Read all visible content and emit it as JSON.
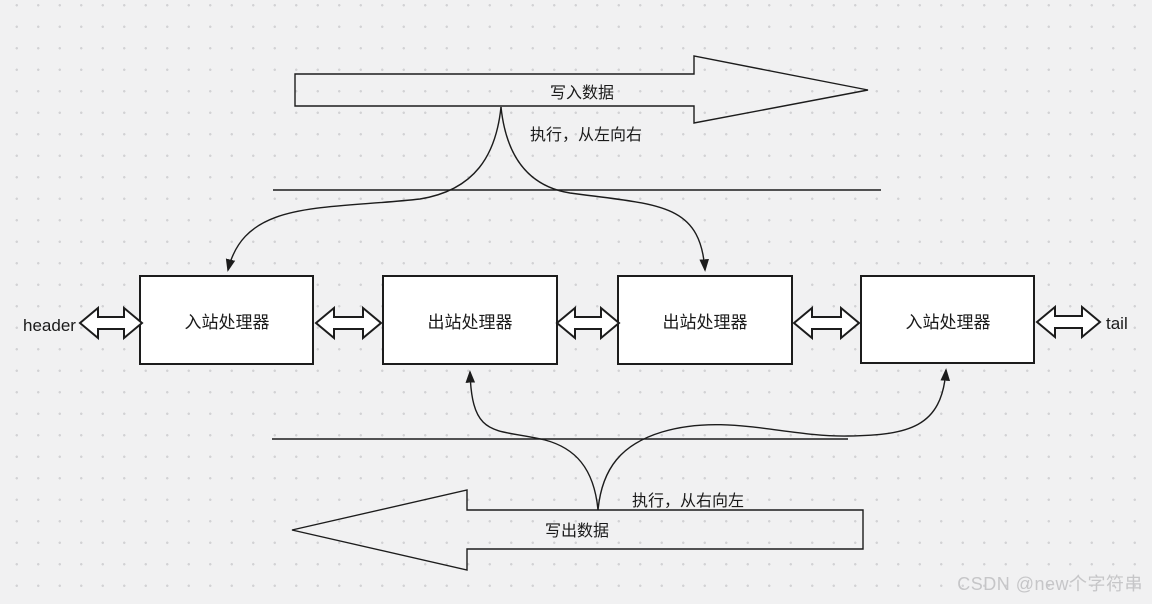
{
  "diagram": {
    "title_hint": "pipeline-handlers-flow",
    "top_flow": {
      "arrow_label": "写入数据",
      "exec_label": "执行，从左向右",
      "direction": "left-to-right"
    },
    "bottom_flow": {
      "arrow_label": "写出数据",
      "exec_label": "执行，从右向左",
      "direction": "right-to-left"
    },
    "endpoints": {
      "left": "header",
      "right": "tail"
    },
    "handlers": [
      {
        "label": "入站处理器"
      },
      {
        "label": "出站处理器"
      },
      {
        "label": "出站处理器"
      },
      {
        "label": "入站处理器"
      }
    ],
    "watermark": "CSDN @new个字符串"
  },
  "colors": {
    "background": "#f1f1f2",
    "grid_dot": "#d2d2d4",
    "stroke": "#1c1c1c",
    "box_fill": "#ffffff",
    "connector_fill": "#ffffff",
    "watermark": "#c6c6c8"
  }
}
